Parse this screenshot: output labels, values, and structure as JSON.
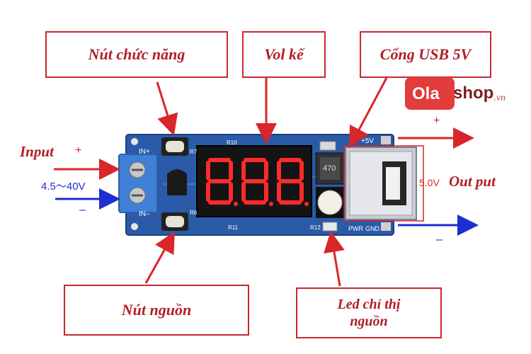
{
  "callouts": {
    "function_button": "Nút chức năng",
    "voltmeter": "Vol kế",
    "usb_port": "Cổng USB 5V",
    "power_button": "Nút nguồn",
    "power_led_line1": "Led chỉ thị",
    "power_led_line2": "nguồn"
  },
  "labels": {
    "input": "Input",
    "input_plus": "+",
    "input_range": "4.5～40V",
    "input_minus": "–",
    "output_voltage": "5.0V",
    "output": "Out put",
    "output_plus": "+",
    "output_minus": "–"
  },
  "board": {
    "in_plus": "IN+",
    "in_minus": "IN–",
    "out_5v": "+5V",
    "pwr": "PWR",
    "gnd": "GND",
    "inductor": "470",
    "r10": "R10",
    "r11": "R11",
    "r12": "R12",
    "r7": "R7",
    "r6": "R6"
  },
  "logo": {
    "prefix": "Ola",
    "suffix": "shop",
    "tld": ".vn"
  },
  "colors": {
    "callout_border": "#c8282d",
    "callout_text": "#b01f26",
    "arrow_red": "#d8262b",
    "arrow_blue": "#1c2fd0",
    "pcb_blue": "#2a5aa8"
  }
}
